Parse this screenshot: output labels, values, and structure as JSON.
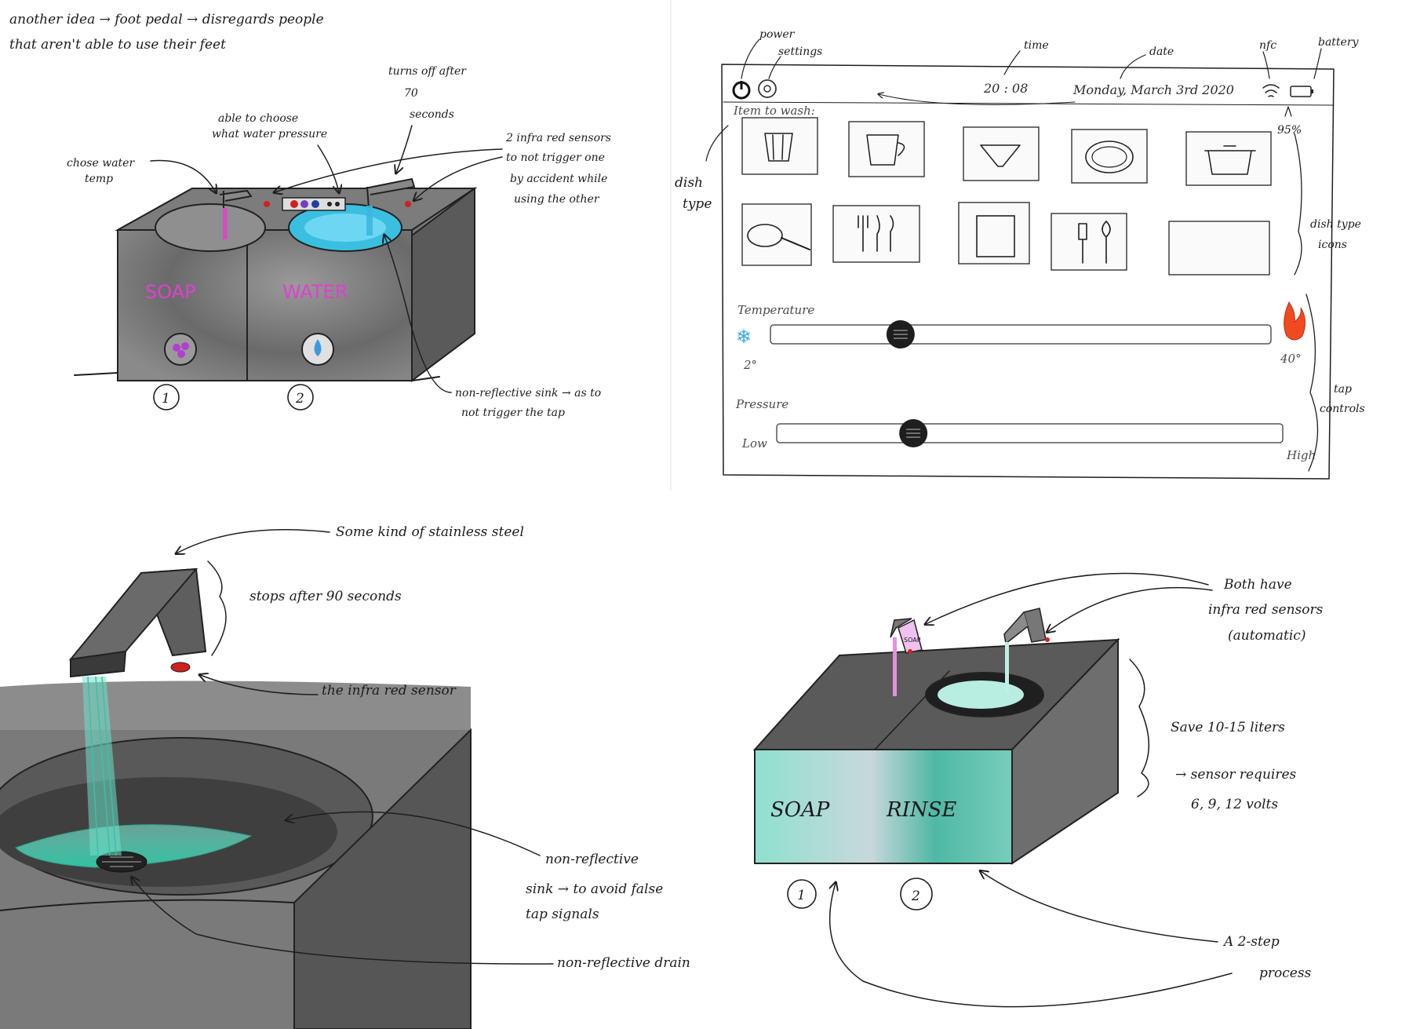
{
  "top_left": {
    "idea_note": [
      "another idea → foot pedal → disregards people",
      "that aren't able to use their feet"
    ],
    "annotations": {
      "water_temp": [
        "chose water",
        "temp"
      ],
      "pressure": [
        "able to choose",
        "what water pressure"
      ],
      "turn_off": [
        "turns off after",
        "70",
        "seconds"
      ],
      "sensors": [
        "2 infra red sensors",
        "to not trigger one",
        "by accident while",
        "using the other"
      ],
      "non_reflective": [
        "non-reflective sink → as to",
        "not trigger the tap"
      ]
    },
    "sink_labels": {
      "soap": "SOAP",
      "water": "WATER"
    },
    "step_numbers": [
      "1",
      "2"
    ],
    "colors": {
      "soap": "#e040d0",
      "water": "#3ab8e0",
      "body": "#6e6e6e"
    }
  },
  "ui_sketch": {
    "callouts": {
      "power": "power",
      "settings": "settings",
      "time": "time",
      "date": "date",
      "nfc": "nfc",
      "battery": "battery",
      "dish_type": [
        "dish",
        "type"
      ],
      "dish_type_icons": [
        "dish type",
        "icons"
      ],
      "tap_controls": [
        "tap",
        "controls"
      ]
    },
    "status_bar": {
      "time": "20 : 08",
      "date": "Monday, March 3rd 2020",
      "battery_percent": "95%"
    },
    "section_title": "Item to wash:",
    "dish_icons": [
      "cup-icon",
      "mug-icon",
      "funnel-icon",
      "plate-icon",
      "pot-icon",
      "pan-icon",
      "cutlery-icon",
      "cutting-board-icon",
      "spatula-icon",
      "blank"
    ],
    "temperature": {
      "label": "Temperature",
      "min": "2°",
      "max": "40°",
      "level": 0.26
    },
    "pressure": {
      "label": "Pressure",
      "min": "Low",
      "max": "High",
      "level": 0.27
    }
  },
  "bottom_left": {
    "annotations": {
      "steel": "Some kind of stainless steel",
      "stops": "stops after 90 seconds",
      "sensor": "the infra red sensor",
      "non_reflective": [
        "non-reflective",
        "sink → to avoid false",
        "tap signals"
      ],
      "drain": "non-reflective drain"
    },
    "colors": {
      "water": "#6fe0c8",
      "steel": "#5e5e5e"
    }
  },
  "bottom_right": {
    "annotations": {
      "both_sensors": [
        "Both have",
        "infra red sensors",
        "(automatic)"
      ],
      "save": "Save 10-15 liters",
      "voltage": [
        "→ sensor requires",
        "6, 9, 12 volts"
      ],
      "process": [
        "A 2-step",
        "process"
      ]
    },
    "box_labels": {
      "soap": "SOAP",
      "rinse": "RINSE",
      "dispenser": "SOAP"
    },
    "step_numbers": [
      "1",
      "2"
    ],
    "colors": {
      "front": "#6fc9b8",
      "top": "#5a5a5a",
      "soap": "#e88ee0"
    }
  }
}
